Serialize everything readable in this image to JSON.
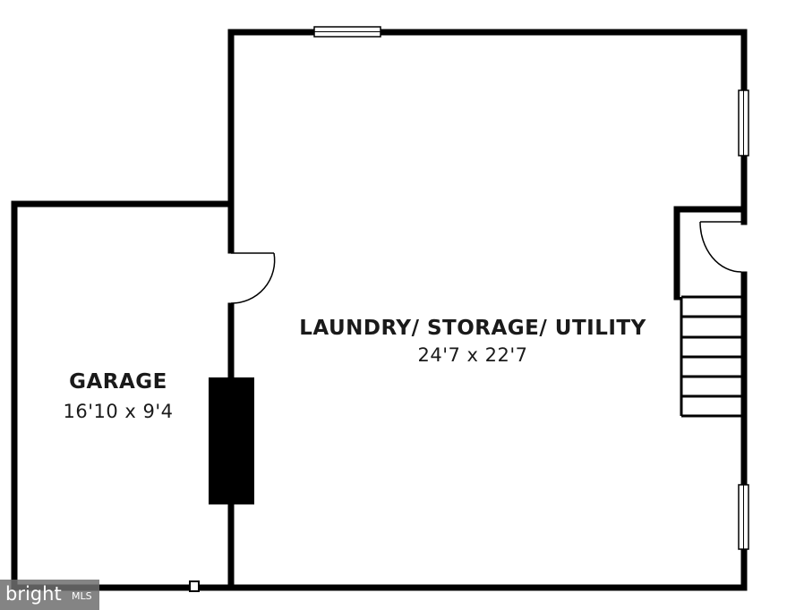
{
  "rooms": {
    "garage": {
      "name": "GARAGE",
      "dimensions": "16'10 x 9'4"
    },
    "laundry": {
      "name": "LAUNDRY/ STORAGE/ UTILITY",
      "dimensions": "24'7 x 22'7"
    }
  },
  "watermark": {
    "brand": "bright",
    "suffix": "MLS"
  },
  "colors": {
    "wall": "#000000",
    "background": "#ffffff",
    "watermark_bg": "#6e6e6e"
  }
}
